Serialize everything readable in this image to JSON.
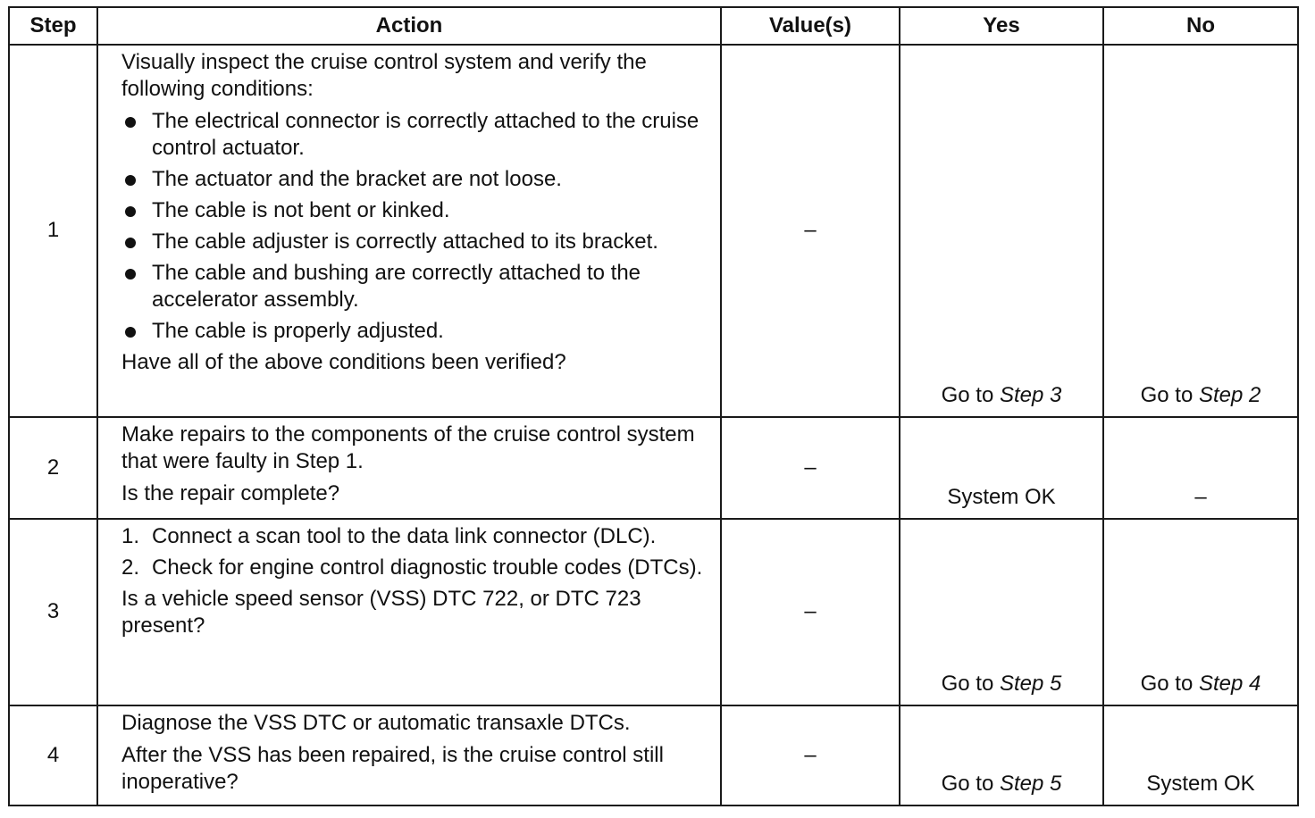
{
  "headers": {
    "step": "Step",
    "action": "Action",
    "values": "Value(s)",
    "yes": "Yes",
    "no": "No"
  },
  "rows": [
    {
      "step": "1",
      "intro": "Visually inspect the cruise control system and verify the following conditions:",
      "bullets": [
        "The electrical connector is correctly attached to the cruise control actuator.",
        "The actuator and the bracket are not loose.",
        "The cable is not bent or kinked.",
        "The cable adjuster is correctly attached to its bracket.",
        "The cable and bushing are correctly attached to the accelerator assembly.",
        "The cable is properly adjusted."
      ],
      "question": "Have all of the above conditions been verified?",
      "value": "–",
      "yes_prefix": "Go to ",
      "yes_step": "Step 3",
      "no_prefix": "Go to ",
      "no_step": "Step 2"
    },
    {
      "step": "2",
      "intro": "Make repairs to the components of the cruise control system that were faulty in Step 1.",
      "question": "Is the repair complete?",
      "value": "–",
      "yes": "System OK",
      "no": "–"
    },
    {
      "step": "3",
      "items": [
        {
          "num": "1.",
          "text": "Connect a scan tool to the data link connector (DLC)."
        },
        {
          "num": "2.",
          "text": "Check for engine control diagnostic trouble codes (DTCs)."
        }
      ],
      "question": "Is a vehicle speed sensor (VSS) DTC 722, or DTC 723 present?",
      "value": "–",
      "yes_prefix": "Go to ",
      "yes_step": "Step 5",
      "no_prefix": "Go to ",
      "no_step": "Step 4"
    },
    {
      "step": "4",
      "intro": "Diagnose the VSS DTC or automatic transaxle DTCs.",
      "question": "After the VSS has been repaired, is the cruise control still inoperative?",
      "value": "–",
      "yes_prefix": "Go to ",
      "yes_step": "Step 5",
      "no": "System OK"
    }
  ]
}
